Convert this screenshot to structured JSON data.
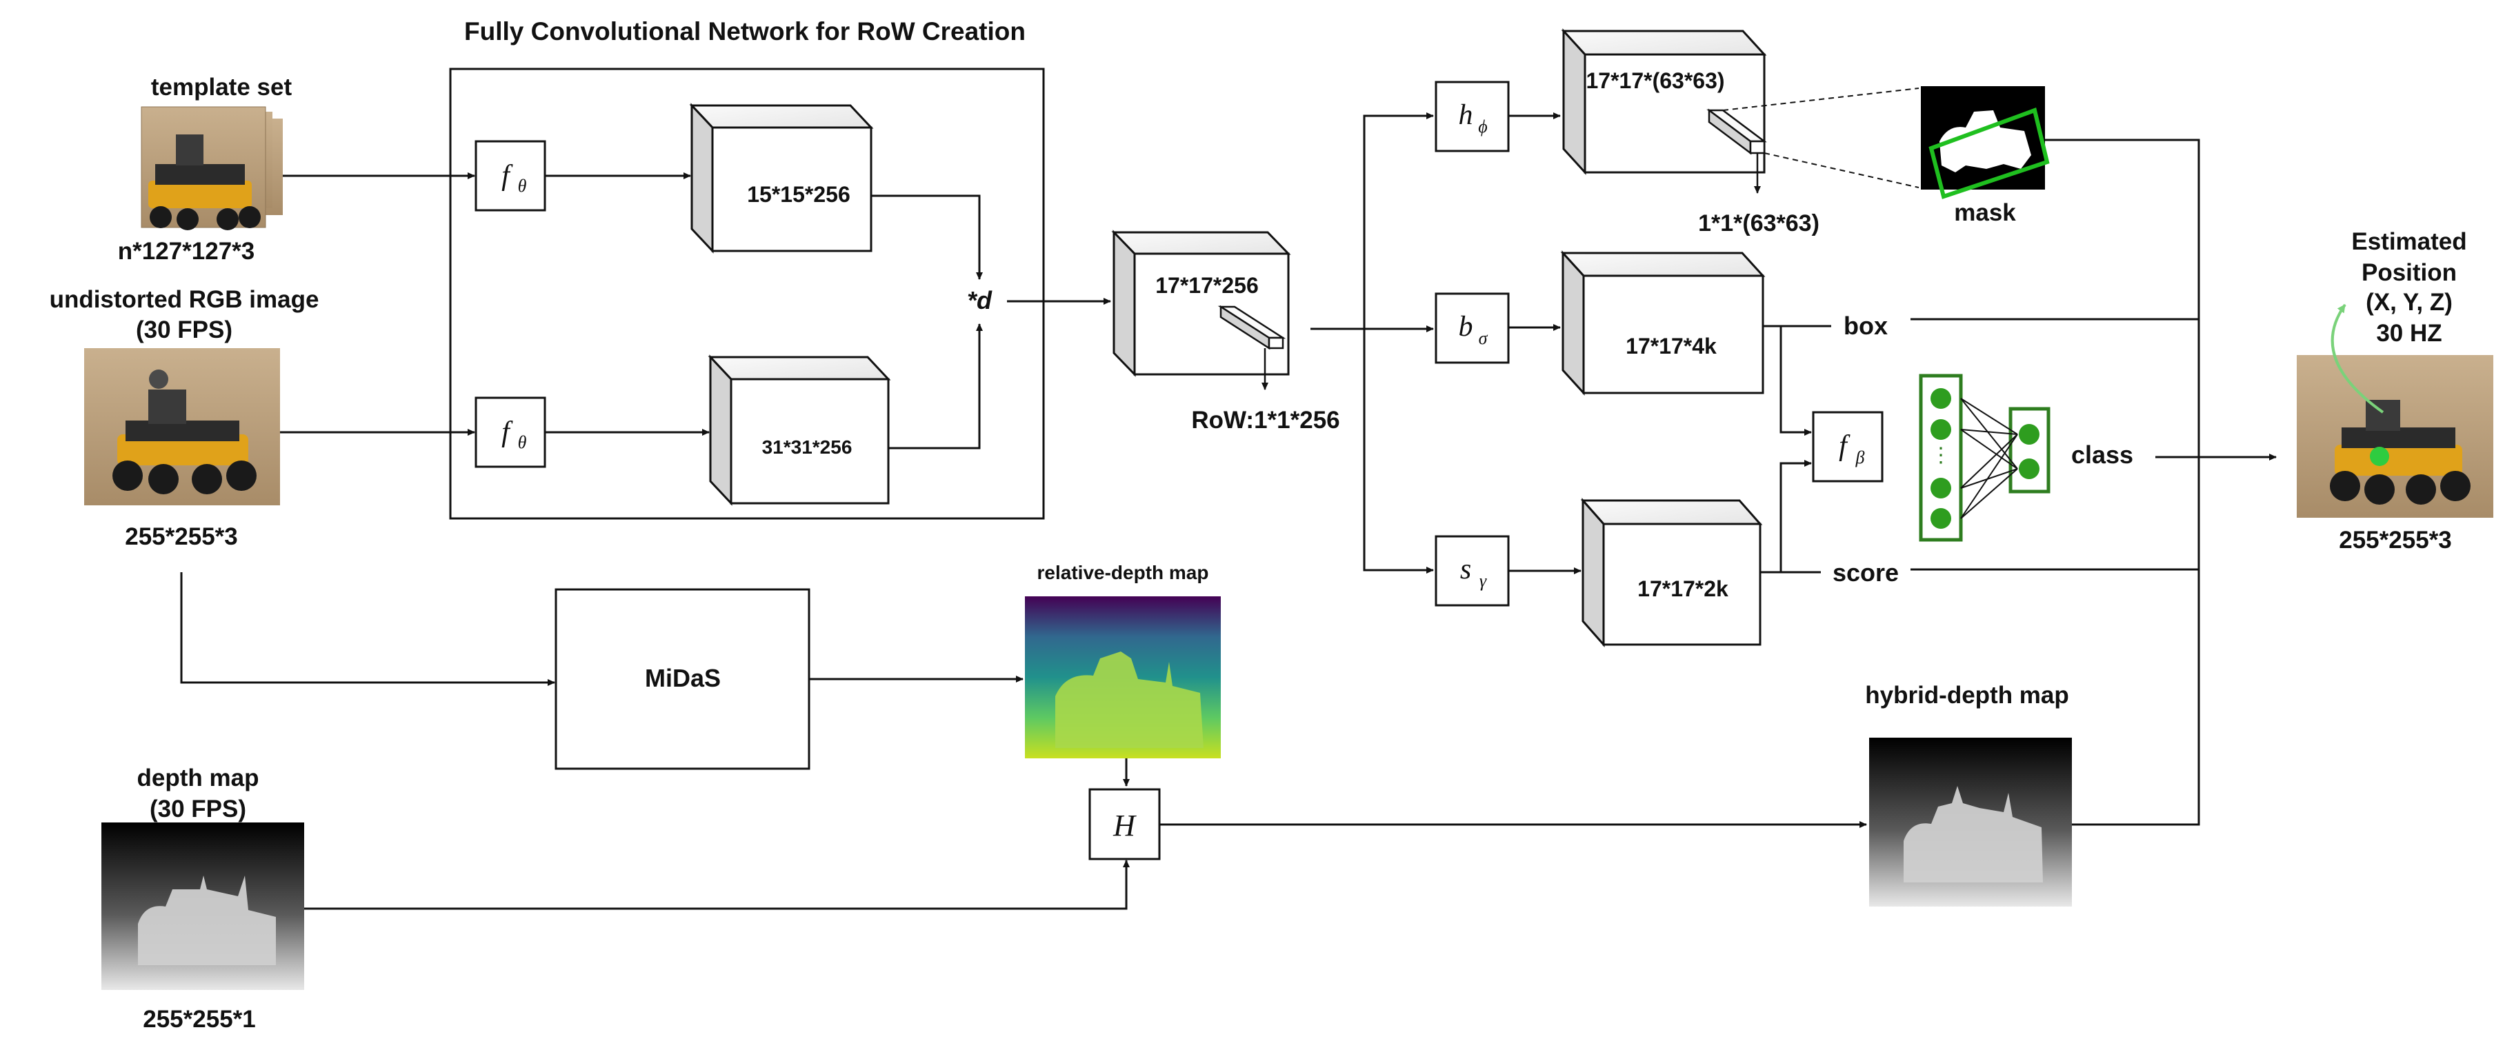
{
  "fcn": {
    "title": "Fully Convolutional Network for RoW Creation",
    "f_theta": "f",
    "f_theta_sub": "θ",
    "cube_template": "15*15*256",
    "cube_search": "31*31*256",
    "xcorr": "*d"
  },
  "inputs": {
    "template_title": "template set",
    "template_size": "n*127*127*3",
    "rgb_title_1": "undistorted RGB image",
    "rgb_title_2": "(30 FPS)",
    "rgb_size": "255*255*3",
    "depth_title_1": "depth map",
    "depth_title_2": "(30 FPS)",
    "depth_size": "255*255*1"
  },
  "row": {
    "cube": "17*17*256",
    "label": "RoW:1*1*256"
  },
  "heads": {
    "h": "h",
    "h_sub": "ϕ",
    "b": "b",
    "b_sub": "σ",
    "s": "s",
    "s_sub": "γ",
    "f_beta": "f",
    "f_beta_sub": "β",
    "mask_cube": "17*17*(63*63)",
    "mask_vec": "1*1*(63*63)",
    "box_cube": "17*17*4k",
    "score_cube": "17*17*2k",
    "mask_label": "mask",
    "box_label": "box",
    "score_label": "score",
    "class_label": "class"
  },
  "depth": {
    "midas": "MiDaS",
    "relative_title": "relative-depth map",
    "fusion": "H",
    "hybrid_title": "hybrid-depth map"
  },
  "output": {
    "title_1": "Estimated",
    "title_2": "Position",
    "title_3": "(X, Y, Z)",
    "title_4": "30 HZ",
    "size": "255*255*3"
  },
  "colors": {
    "soil": "#b59a78",
    "robot_body": "#2b2b2b",
    "robot_accent": "#e0a21a",
    "nn_green": "#2e7d1f",
    "viridis_top": "#440154",
    "viridis_mid": "#21918c",
    "viridis_low": "#b5de2b"
  }
}
